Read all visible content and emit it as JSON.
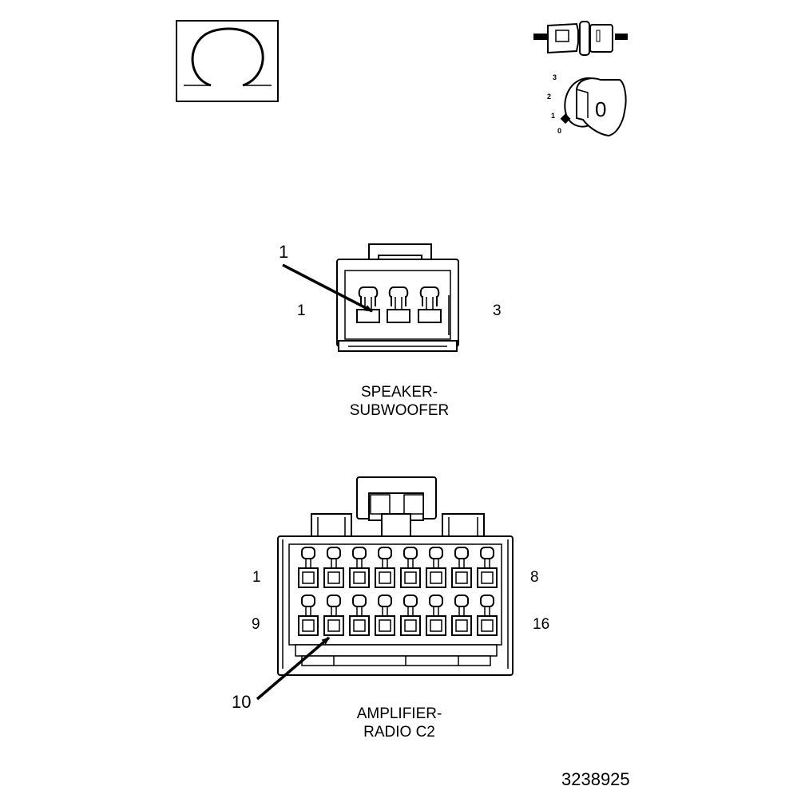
{
  "meter_icon": {
    "semantic": "ohmmeter-omega-icon"
  },
  "ignition_icon": {
    "semantic": "ignition-key-position-icon",
    "positions": [
      "3",
      "2",
      "1",
      "0"
    ],
    "key_label": "0"
  },
  "connectors": [
    {
      "name": "speaker-subwoofer",
      "caption_lines": [
        "SPEAKER-",
        "SUBWOOFER"
      ],
      "pin_first": "1",
      "pin_last": "3",
      "callout": "1",
      "cavities": 3
    },
    {
      "name": "amplifier-radio-c2",
      "caption_lines": [
        "AMPLIFIER-",
        "RADIO C2"
      ],
      "row1_first": "1",
      "row1_last": "8",
      "row2_first": "9",
      "row2_last": "16",
      "callout": "10",
      "cavities_per_row": 8,
      "rows": 2
    }
  ],
  "figure_number": "3238925"
}
